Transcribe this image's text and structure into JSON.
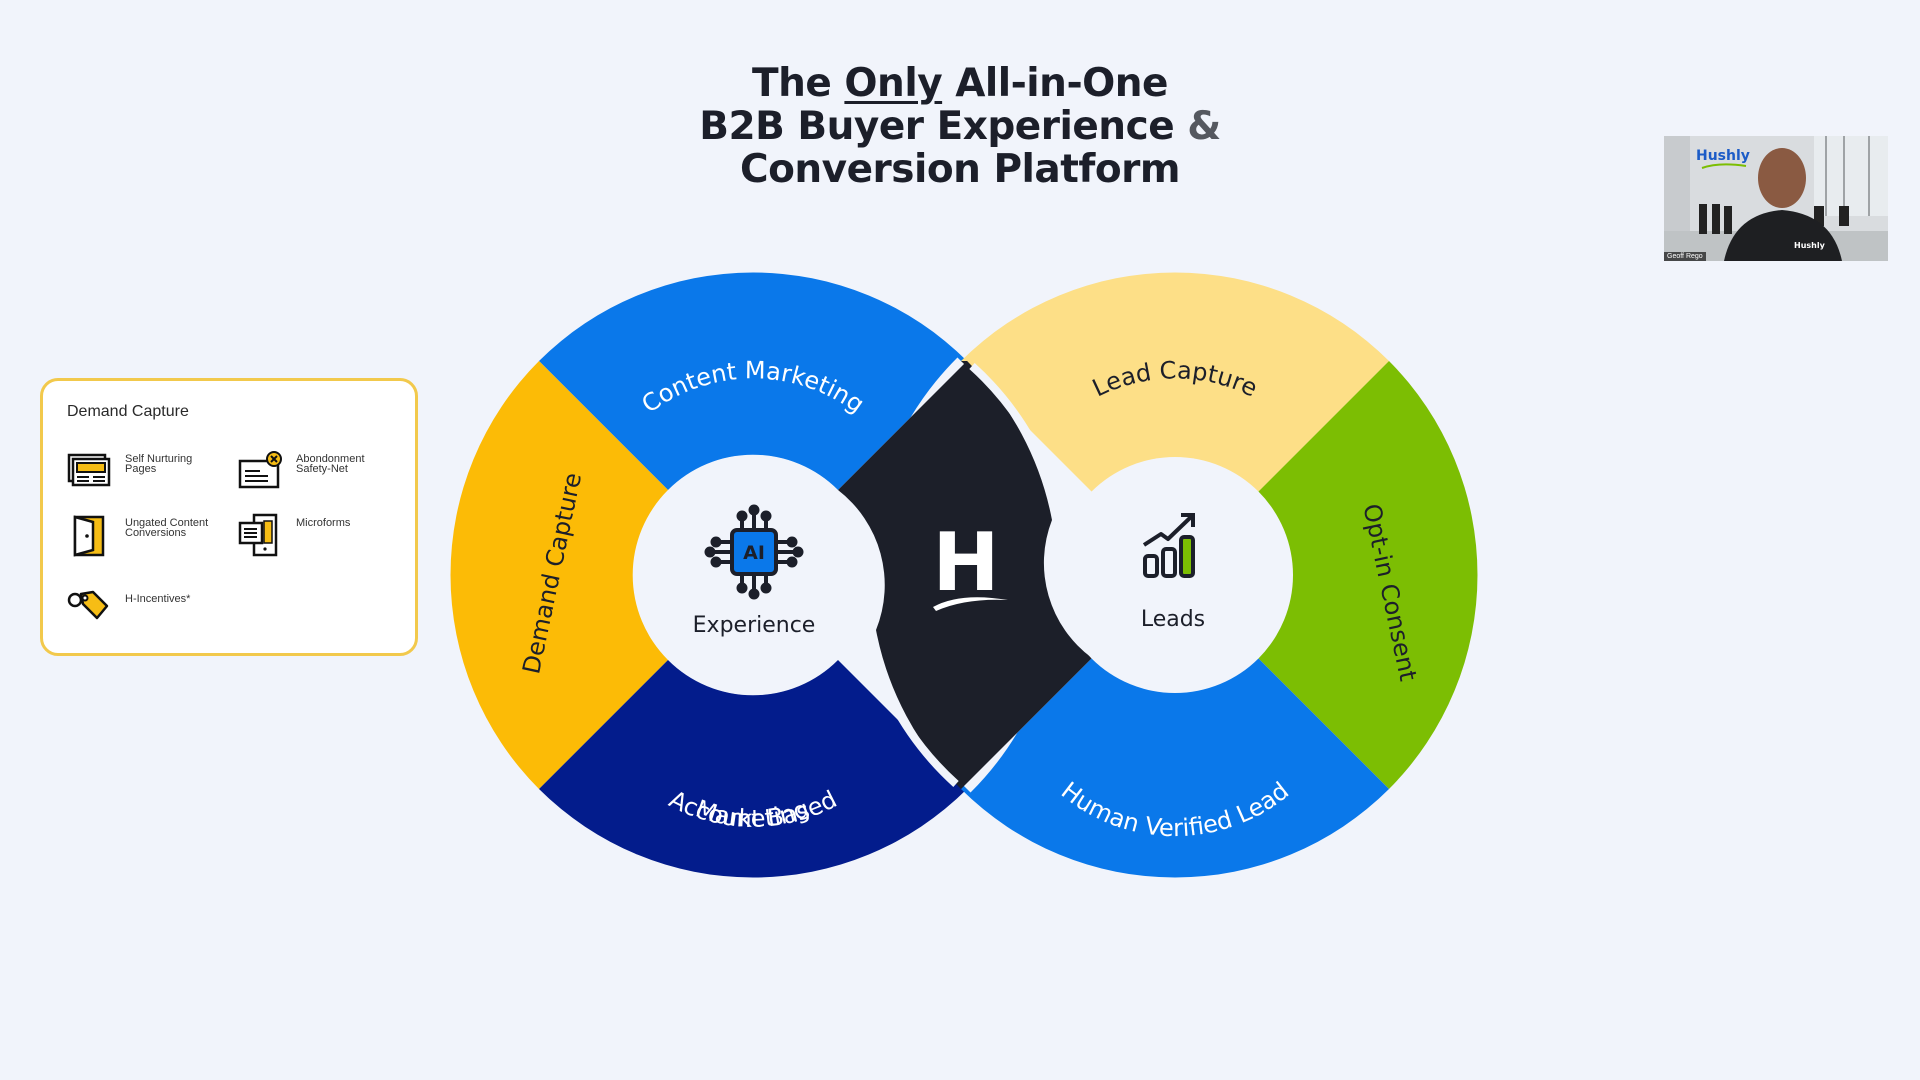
{
  "title": {
    "line1_pre": "The ",
    "line1_underlined": "Only",
    "line1_post": " All-in-One",
    "line2_main": "B2B Buyer Experience ",
    "line2_amp": "&",
    "line3": "Conversion Platform"
  },
  "demand_card": {
    "title": "Demand Capture",
    "border_color": "#f2c94c",
    "items": [
      {
        "label": "Self Nurturing Pages",
        "icon": "web-pages-icon"
      },
      {
        "label": "Abondonment Safety-Net",
        "icon": "form-cancel-icon"
      },
      {
        "label": "Ungated Content Conversions",
        "icon": "open-door-icon"
      },
      {
        "label": "Microforms",
        "icon": "mobile-form-icon"
      },
      {
        "label": "H-Incentives*",
        "icon": "price-tag-icon"
      }
    ]
  },
  "diagram": {
    "left_ring": {
      "center_label": "Experience",
      "center_icon": "ai-chip-icon",
      "center_icon_text": "AI",
      "segments": [
        {
          "label": "Content Marketing",
          "position": "top",
          "color": "#0a78ea",
          "text_color": "#ffffff"
        },
        {
          "label": "Demand Capture",
          "position": "left",
          "color": "#fcbb06",
          "text_color": "#1c1f2a"
        },
        {
          "label": "Account Based",
          "label2": "Marketing",
          "position": "bottom",
          "color": "#031c8c",
          "text_color": "#ffffff"
        }
      ]
    },
    "center_band": {
      "logo_letter": "H",
      "color": "#1c1f29"
    },
    "right_ring": {
      "center_label": "Leads",
      "center_icon": "growth-chart-icon",
      "segments": [
        {
          "label": "Lead Capture",
          "position": "top",
          "color": "#fddf87",
          "text_color": "#1c1f2a"
        },
        {
          "label": "Opt-in Consent",
          "position": "right",
          "color": "#7cbe03",
          "text_color": "#1c1f2a"
        },
        {
          "label": "Human Verified Lead",
          "position": "bottom",
          "color": "#0a78ea",
          "text_color": "#ffffff"
        }
      ]
    }
  },
  "webcam": {
    "presenter_name": "Geoff Rego",
    "wall_logo": "Hushly",
    "shirt_logo": "Hushly"
  }
}
